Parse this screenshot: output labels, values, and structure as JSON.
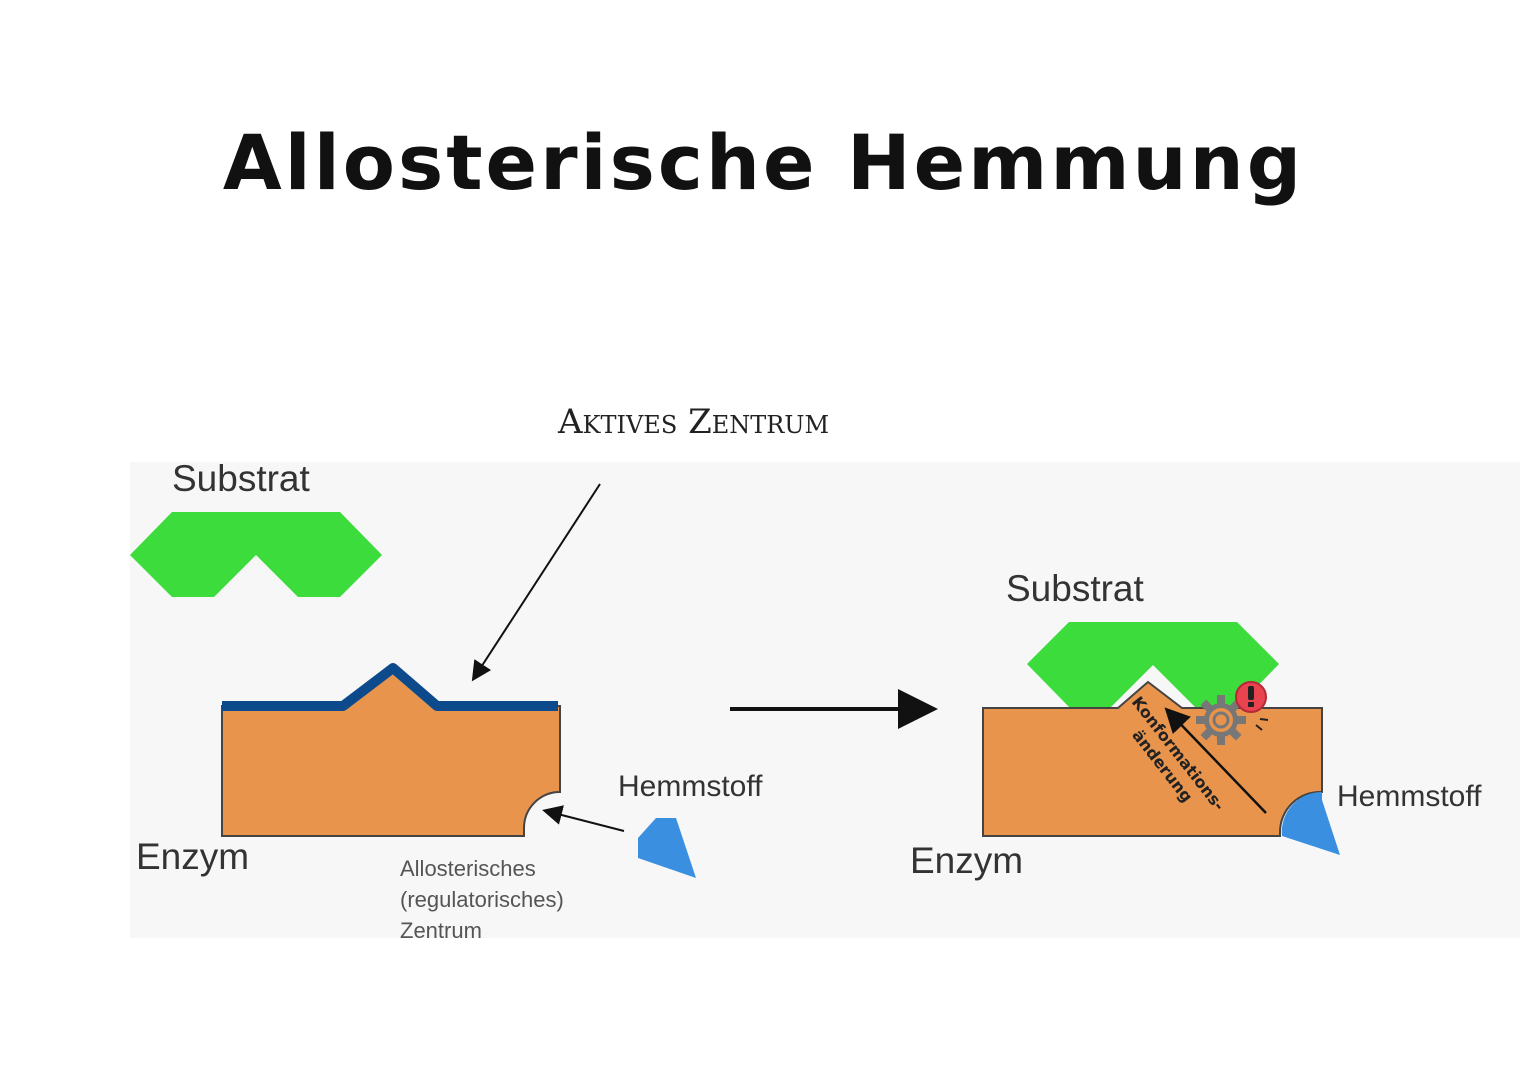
{
  "title": "Allosterische Hemmung",
  "labels": {
    "active_site": "Aktives Zentrum",
    "substrate_left": "Substrat",
    "enzyme_left": "Enzym",
    "inhibitor_left": "Hemmstoff",
    "allosteric_line1": "Allosterisches",
    "allosteric_line2": "(regulatorisches)",
    "allosteric_line3": "Zentrum",
    "substrate_right": "Substrat",
    "enzyme_right": "Enzym",
    "inhibitor_right": "Hemmstoff",
    "conformation_line1": "Konformations-",
    "conformation_line2": "änderung"
  },
  "colors": {
    "substrate": "#3ddc3d",
    "enzyme": "#e8944c",
    "active_site_edge": "#0d4a8c",
    "inhibitor": "#3a8fe0",
    "warning": "#e8434f",
    "gear": "#777777"
  },
  "icons": [
    "gear-icon",
    "exclamation-icon"
  ]
}
